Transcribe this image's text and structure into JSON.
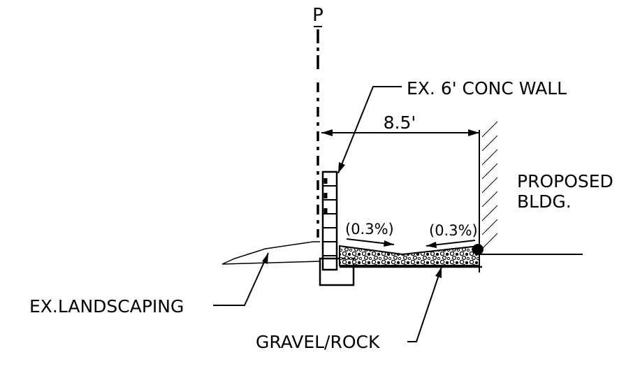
{
  "drawing": {
    "centerline_symbol": "P",
    "labels": {
      "wall": "EX. 6' CONC WALL",
      "width": "8.5'",
      "bldg_line1": "PROPOSED",
      "bldg_line2": "BLDG.",
      "slope_left": "(0.3%)",
      "slope_right": "(0.3%)",
      "landscaping": "EX.LANDSCAPING",
      "gravel": "GRAVEL/ROCK"
    }
  }
}
